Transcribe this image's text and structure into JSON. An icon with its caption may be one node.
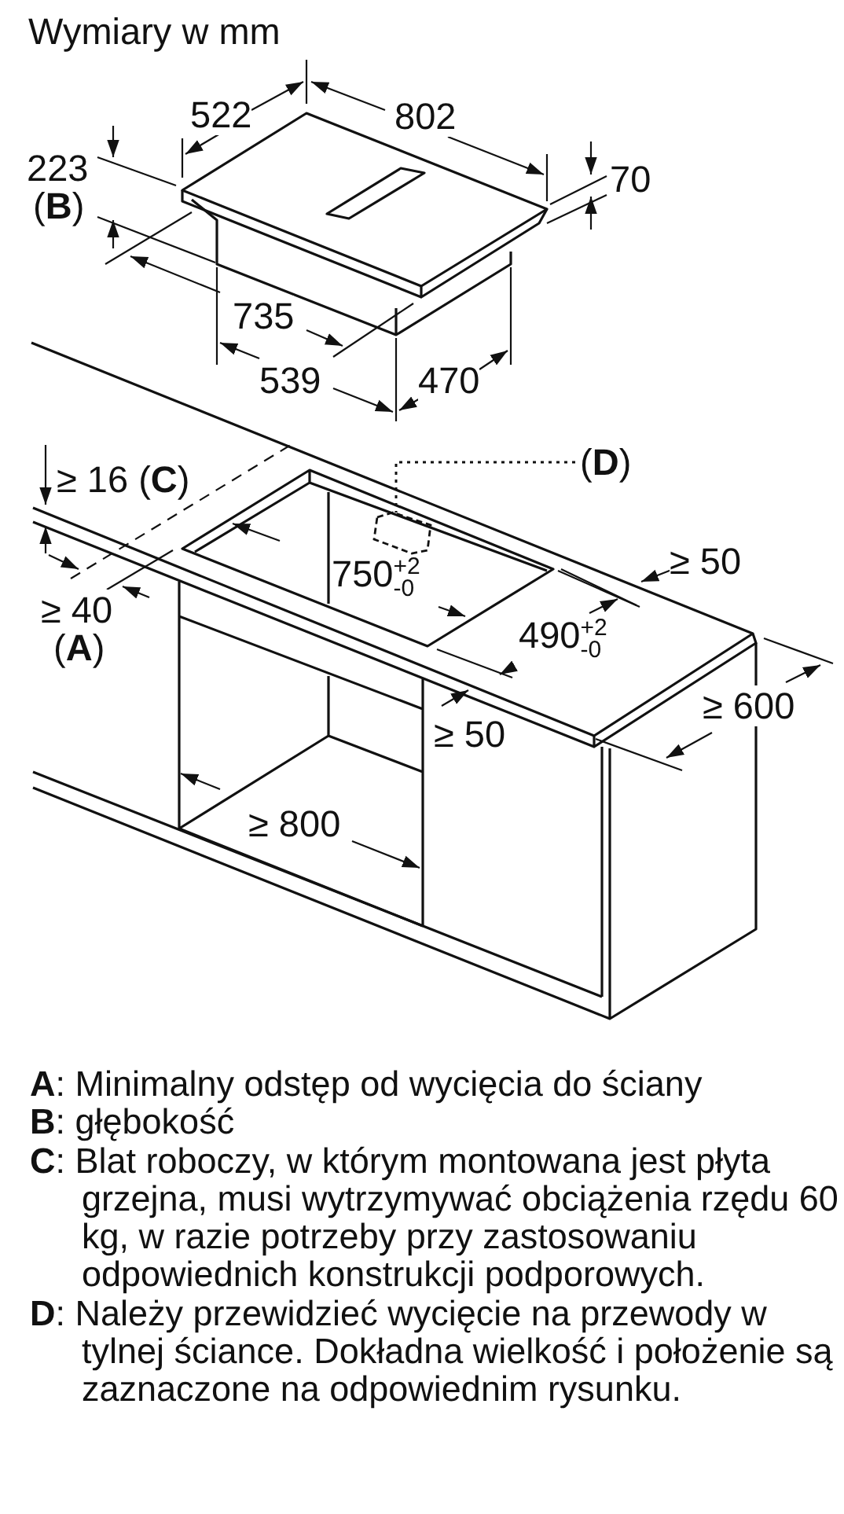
{
  "diagram": {
    "title": "Wymiary w mm",
    "nodes": [
      {
        "text": [
          "(**D**)"
        ]
      },
      {
        "text": [],
        "shape": "box"
      }
    ],
    "edges": [
      {
        "from": 0,
        "to": 1,
        "arrow": "none",
        "style": "dashed"
      }
    ],
    "labels": [
      "522",
      "802",
      "223",
      "(**B**)",
      "70",
      "735",
      "539",
      "470",
      "≥ 16 (**C**)",
      "≥ 50",
      "750$^{+2}$$_{-0}$",
      "≥ 40",
      "(**A**)",
      "490$^{+2}$$_{-0}$",
      "≥ 600",
      "≥ 50",
      "≥ 800",
      "**A**: Minimalny odstęp od wycięcia do ściany",
      "**B**: głębokość",
      "**C**: Blat roboczy, w którym montowana jest płyta grzejna, musi wytrzymywać obciążenia rzędu 60 kg, w razie potrzeby przy zastosowaniu odpowiednich konstrukcji podporowych.",
      "**D**: Należy przewidzieć wycięcie na przewody w tylnej ściance. Dokładna wielkość i położenie są zaznaczone na odpowiednim rysunku."
    ]
  }
}
